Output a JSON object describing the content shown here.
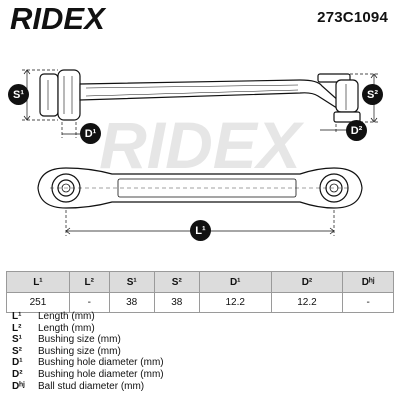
{
  "brand": {
    "logo_text": "RIDEX"
  },
  "part_number": "273C1094",
  "watermark": "RIDEX",
  "drawing_labels": {
    "s1": "S¹",
    "s2": "S²",
    "d1": "D¹",
    "d2": "D²",
    "l1": "L¹"
  },
  "table": {
    "headers": [
      "L¹",
      "L²",
      "S¹",
      "S²",
      "D¹",
      "D²",
      "Dʰʲ"
    ],
    "row": [
      "251",
      "-",
      "38",
      "38",
      "12.2",
      "12.2",
      "-"
    ]
  },
  "legend": [
    {
      "code": "L¹",
      "text": "Length (mm)"
    },
    {
      "code": "L²",
      "text": "Length (mm)"
    },
    {
      "code": "S¹",
      "text": "Bushing size (mm)"
    },
    {
      "code": "S²",
      "text": "Bushing size (mm)"
    },
    {
      "code": "D¹",
      "text": "Bushing hole diameter (mm)"
    },
    {
      "code": "D²",
      "text": "Bushing hole diameter (mm)"
    },
    {
      "code": "Dʰʲ",
      "text": "Ball stud diameter (mm)"
    }
  ]
}
